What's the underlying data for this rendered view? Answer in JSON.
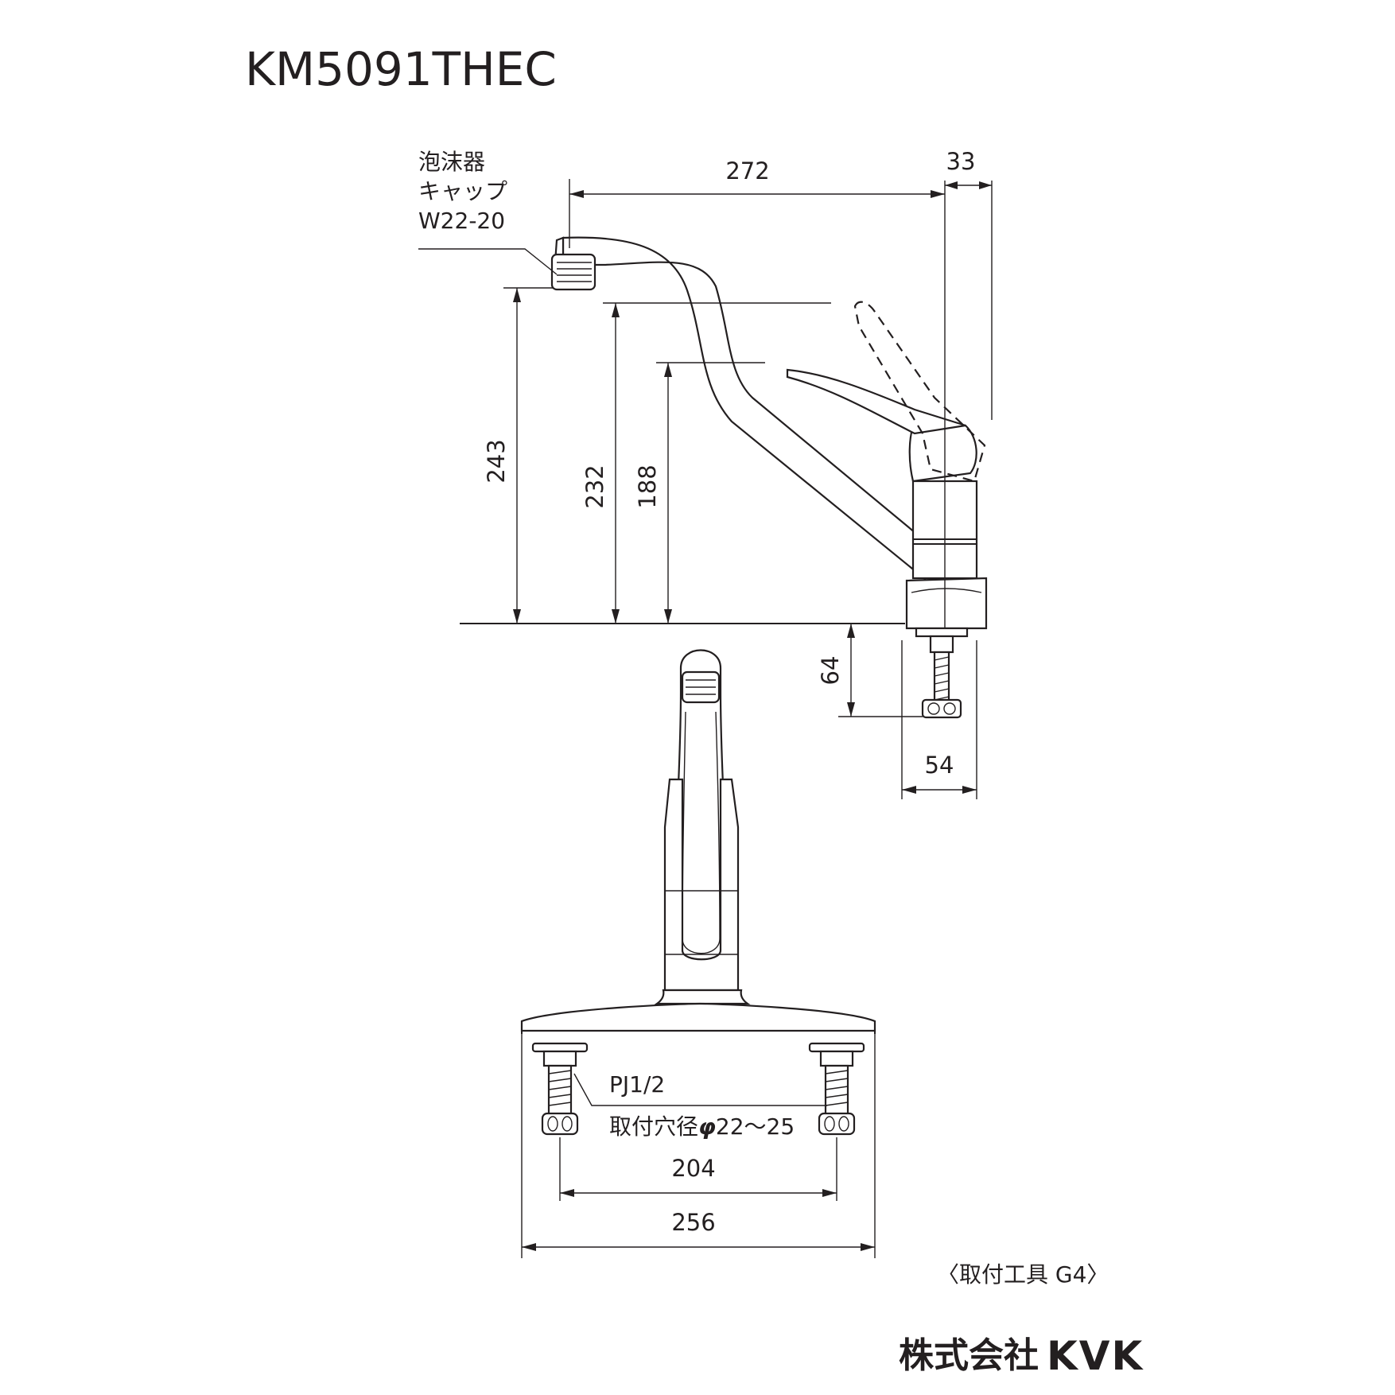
{
  "model": "KM5091THEC",
  "callouts": {
    "aerator_line1": "泡沫器",
    "aerator_line2": "キャップ",
    "aerator_line3": "W22-20",
    "thread": "PJ1/2",
    "mount_hole": "取付穴径",
    "mount_hole_symbol": "φ",
    "mount_hole_range": "22～25",
    "tool": "〈取付工具 G4〉"
  },
  "dimensions": {
    "spout_reach": "272",
    "lever_offset": "33",
    "spout_height": "243",
    "spout_outlet_height": "232",
    "lever_height": "188",
    "shank_length": "64",
    "body_width": "54",
    "hole_spacing": "204",
    "base_width": "256"
  },
  "company": {
    "name": "株式会社",
    "brand": "KVK"
  }
}
